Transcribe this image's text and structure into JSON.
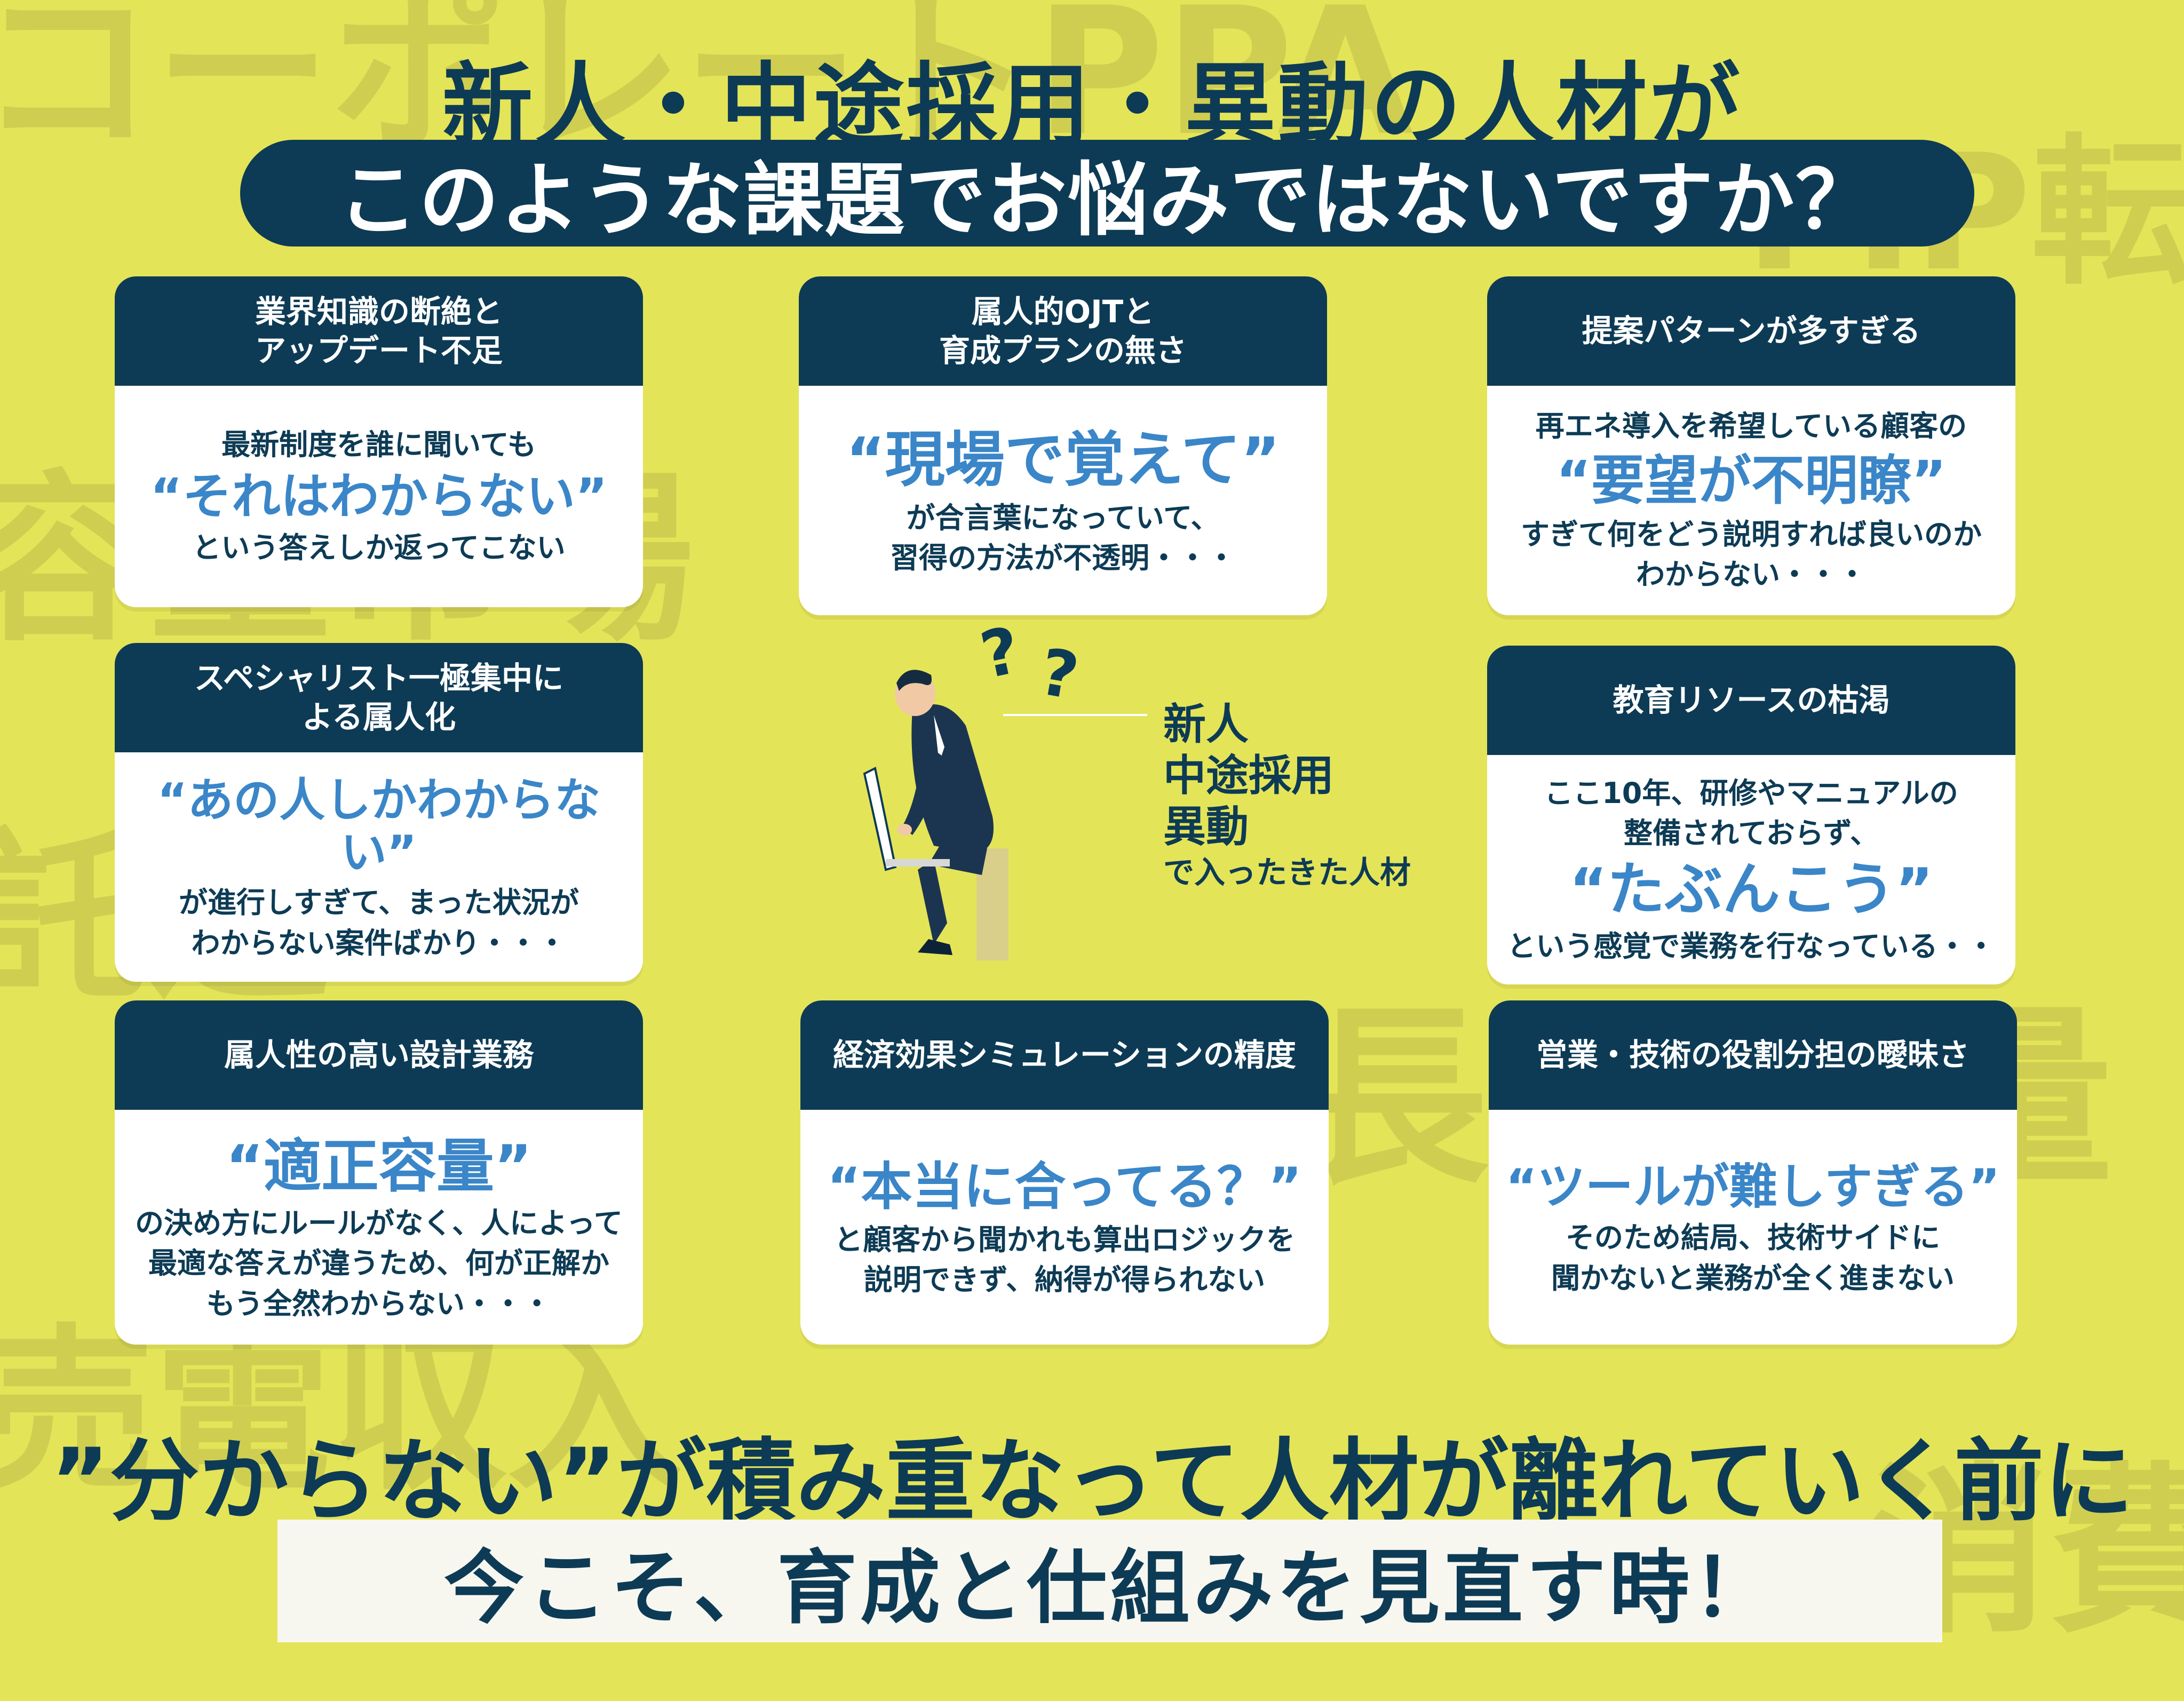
{
  "background_words": [
    "コーポレートPPA",
    "FIP転",
    "容量市場",
    "託送",
    "長期",
    "量",
    "売電収入",
    "消費"
  ],
  "header": {
    "title_line1": "新人・中途採用・異動の人材が",
    "title_line2": "このような課題でお悩みではないですか？"
  },
  "cards": [
    {
      "heading": [
        "業界知識の断絶と",
        "アップデート不足"
      ],
      "pre": [
        "最新制度を誰に聞いても"
      ],
      "quote": "“それはわからない”",
      "post": [
        "という答えしか返ってこない"
      ]
    },
    {
      "heading": [
        "属人的OJTと",
        "育成プランの無さ"
      ],
      "pre": [],
      "quote": "“現場で覚えて”",
      "post": [
        "が合言葉になっていて、",
        "習得の方法が不透明・・・"
      ]
    },
    {
      "heading": [
        "提案パターンが多すぎる"
      ],
      "pre": [
        "再エネ導入を希望している顧客の"
      ],
      "quote": "“要望が不明瞭”",
      "post": [
        "すぎて何をどう説明すれば良いのか",
        "わからない・・・"
      ]
    },
    {
      "heading": [
        "スペシャリスト一極集中に",
        "よる属人化"
      ],
      "pre": [],
      "quote": "“あの人しかわからない”",
      "post": [
        "が進行しすぎて、まった状況が",
        "わからない案件ばかり・・・"
      ]
    },
    {
      "heading": [
        "教育リソースの枯渇"
      ],
      "pre": [
        "ここ10年、研修やマニュアルの",
        "整備されておらず、"
      ],
      "quote": "“たぶんこう”",
      "post": [
        "という感覚で業務を行なっている・・"
      ]
    },
    {
      "heading": [
        "属人性の高い設計業務"
      ],
      "pre": [],
      "quote": "“適正容量”",
      "post": [
        "の決め方にルールがなく、人によって",
        "最適な答えが違うため、何が正解か",
        "もう全然わからない・・・"
      ]
    },
    {
      "heading": [
        "経済効果シミュレーションの精度"
      ],
      "pre": [],
      "quote": "“本当に合ってる？”",
      "post": [
        "と顧客から聞かれも算出ロジックを",
        "説明できず、納得が得られない"
      ]
    },
    {
      "heading": [
        "営業・技術の役割分担の曖昧さ"
      ],
      "pre": [],
      "quote": "“ツールが難しすぎる”",
      "post": [
        "そのため結局、技術サイドに",
        "聞かないと業務が全く進まない"
      ]
    }
  ],
  "center": {
    "question_marks": [
      "?",
      "?"
    ],
    "label_lines": [
      "新人",
      "中途採用",
      "異動"
    ],
    "label_sub": "で入ったきた人材",
    "icon": "confused-person-with-laptop"
  },
  "footer": {
    "line1": "”分からない”が積み重なって人材が離れていく前に",
    "line2": "今こそ、育成と仕組みを見直す時！"
  },
  "colors": {
    "background": "#e4e458",
    "navy": "#0d3b55",
    "quote_blue": "#3a86c8",
    "card": "#ffffff"
  }
}
